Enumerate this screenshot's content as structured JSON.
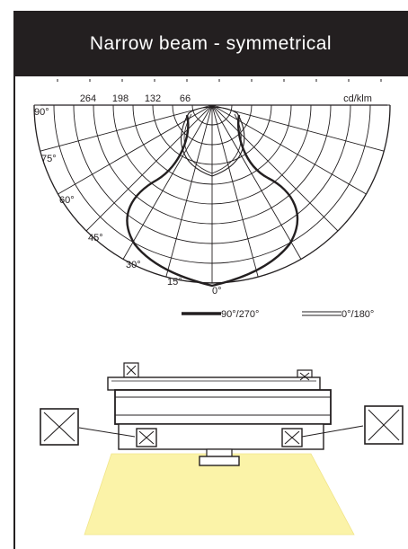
{
  "title": "Narrow beam - symmetrical",
  "polar": {
    "unit": "cd/klm",
    "radial_ticks": [
      "264",
      "198",
      "132",
      "66"
    ],
    "angle_labels": [
      "90°",
      "75°",
      "60°",
      "45°",
      "30°",
      "15°",
      "0°"
    ]
  },
  "legend": [
    {
      "label": "90°/270°",
      "style": "solid"
    },
    {
      "label": "0°/180°",
      "style": "double"
    }
  ],
  "colors": {
    "header_bg": "#231f20",
    "light_cone": "#fbf3a8",
    "ink": "#231f20"
  }
}
